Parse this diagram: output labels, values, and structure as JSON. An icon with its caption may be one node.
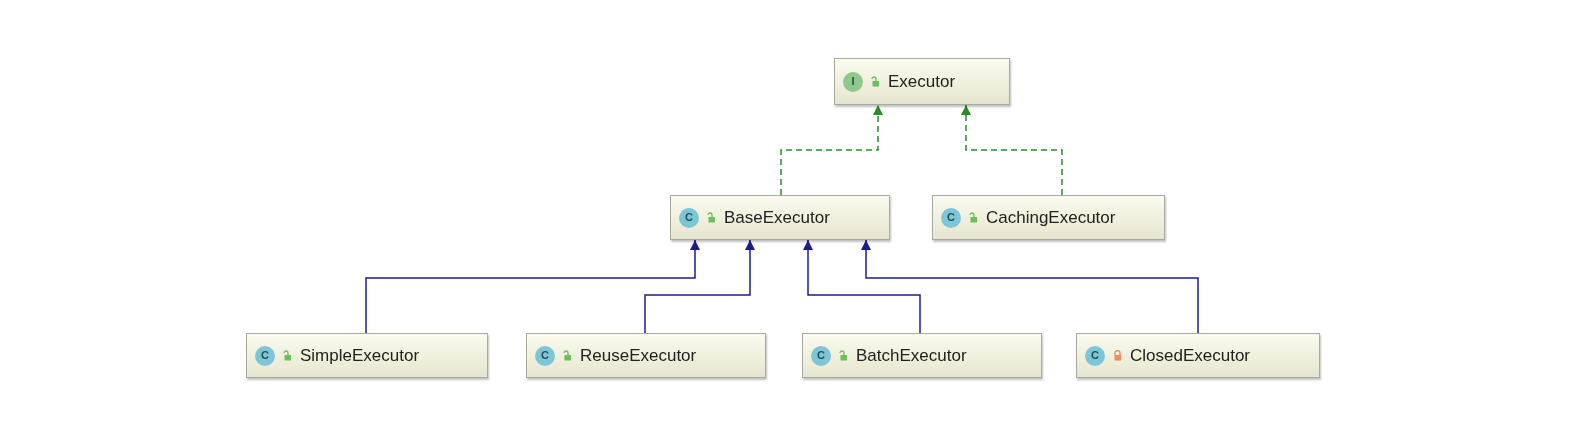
{
  "diagram": {
    "nodes": [
      {
        "text": [
          "I",
          "Executor"
        ]
      },
      {
        "text": [
          "C",
          "BaseExecutor"
        ]
      },
      {
        "text": [
          "C",
          "CachingExecutor"
        ]
      },
      {
        "text": [
          "C",
          "SimpleExecutor"
        ]
      },
      {
        "text": [
          "C",
          "ReuseExecutor"
        ]
      },
      {
        "text": [
          "C",
          "BatchExecutor"
        ]
      },
      {
        "text": [
          "C",
          "ClosedExecutor"
        ]
      }
    ],
    "edges": [
      {
        "from": 1,
        "to": 0,
        "arrow": "to",
        "style": "dashed",
        "color": "#2b8a2b"
      },
      {
        "from": 2,
        "to": 0,
        "arrow": "to",
        "style": "dashed",
        "color": "#2b8a2b"
      },
      {
        "from": 3,
        "to": 1,
        "arrow": "to"
      },
      {
        "from": 4,
        "to": 1,
        "arrow": "to"
      },
      {
        "from": 5,
        "to": 1,
        "arrow": "to"
      },
      {
        "from": 6,
        "to": 1,
        "arrow": "to"
      }
    ]
  }
}
